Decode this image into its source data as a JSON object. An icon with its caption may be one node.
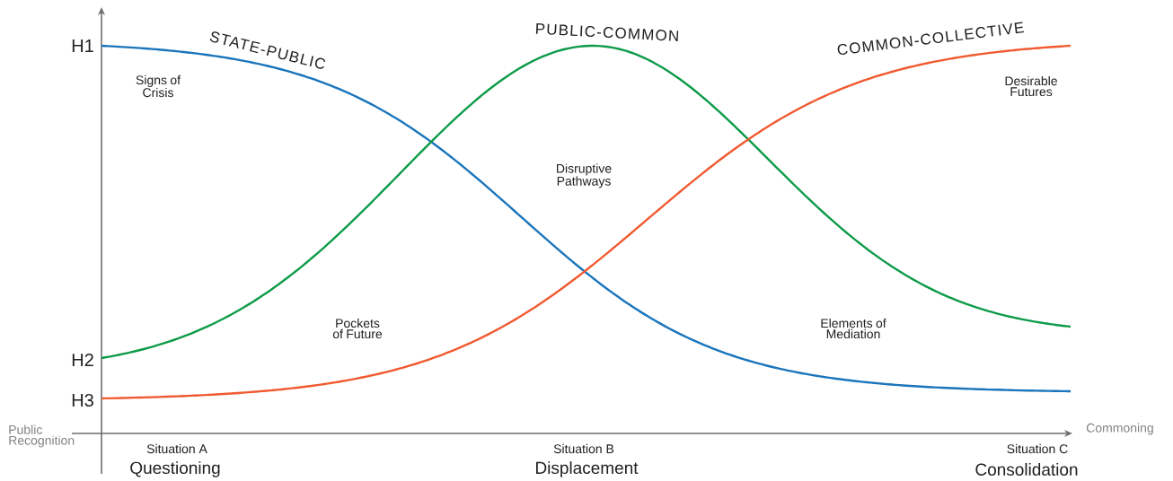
{
  "diagram": {
    "labels": [
      "H1",
      "STATE-PUBLIC",
      "PUBLIC-COMMON",
      "COMMON-COLLECTIVE",
      "Signs of Crisis",
      "Desirable Futures",
      "Disruptive Pathways",
      "H2",
      "Pockets of Future",
      "Elements of Mediation",
      "H3",
      "Public Recognition",
      "Commoning",
      "Situation A",
      "Situation B",
      "Situation C",
      "Questioning",
      "Displacement",
      "Consolidation"
    ]
  }
}
